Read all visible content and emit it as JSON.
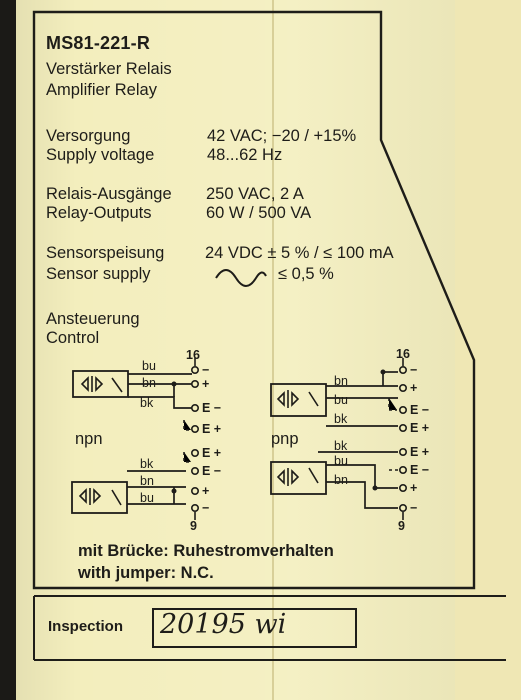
{
  "label": {
    "model": "MS81-221-R",
    "title_de": "Verstärker Relais",
    "title_en": "Amplifier Relay",
    "supply_de": "Versorgung",
    "supply_en": "Supply voltage",
    "supply_value_1": "42 VAC; −20 / +15%",
    "supply_value_2": "48...62 Hz",
    "relay_de": "Relais-Ausgänge",
    "relay_en": "Relay-Outputs",
    "relay_value_1": "250 VAC, 2 A",
    "relay_value_2": "60 W / 500 VA",
    "sensor_de": "Sensorspeisung",
    "sensor_en": "Sensor supply",
    "sensor_value_1": "24 VDC ± 5 % / ≤ 100 mA",
    "sensor_value_2": "≤ 0,5 %",
    "control_de": "Ansteuerung",
    "control_en": "Control",
    "npn": "npn",
    "pnp": "pnp",
    "wire_bu": "bu",
    "wire_bn": "bn",
    "wire_bk": "bk",
    "term_16": "16",
    "term_9": "9",
    "sym_minus": "−",
    "sym_plus": "+",
    "sym_e_minus": "E −",
    "sym_e_plus": "E +",
    "jumper_de": "mit Brücke:   Ruhestromverhalten",
    "jumper_en": "with jumper: N.C.",
    "inspection_label": "Inspection",
    "inspection_handwritten": "20195  wi"
  },
  "colors": {
    "plate": "#f3eebd",
    "ink": "#1e1d19",
    "background": "#1b1a17"
  },
  "icons": {
    "ripple": "ac-ripple-icon",
    "sensor": "sensor-symbol-icon"
  }
}
